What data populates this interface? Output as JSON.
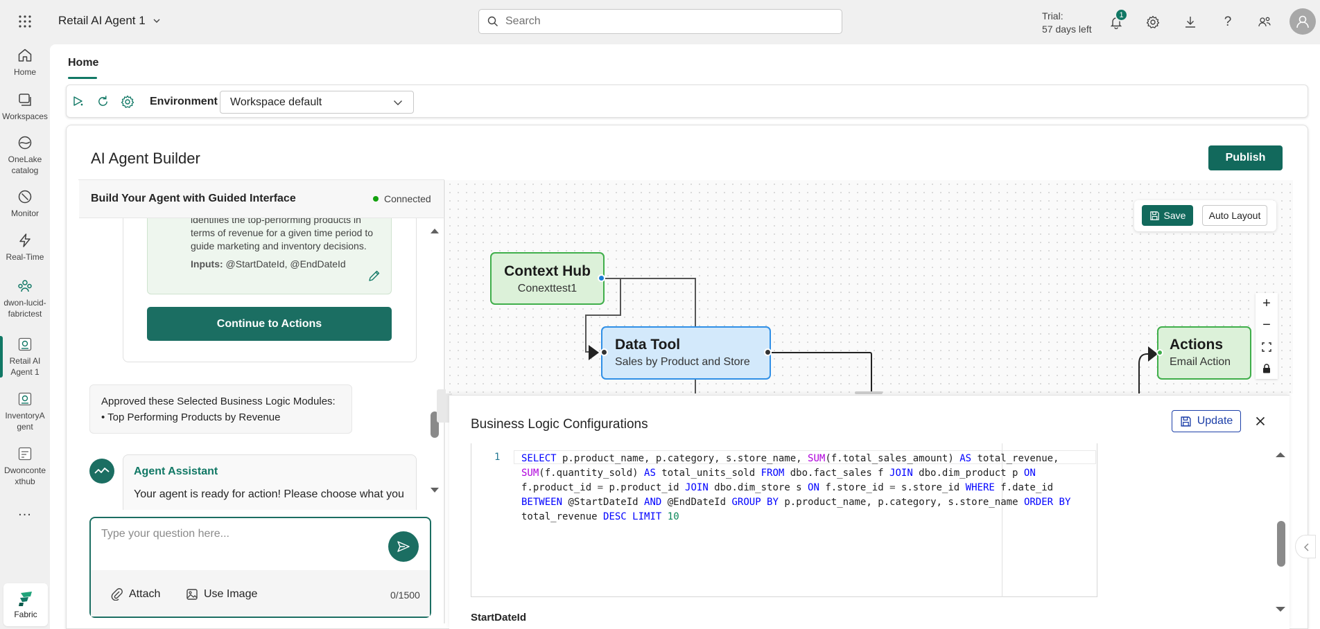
{
  "app": {
    "name": "Retail AI Agent 1",
    "search_placeholder": "Search",
    "trial_line1": "Trial:",
    "trial_line2": "57 days left",
    "notification_count": "1"
  },
  "rail": {
    "items": [
      {
        "label": "Home",
        "icon": "home-icon"
      },
      {
        "label": "Workspaces",
        "icon": "workspaces-icon"
      },
      {
        "label": "OneLake catalog",
        "icon": "onelake-icon"
      },
      {
        "label": "Monitor",
        "icon": "monitor-icon"
      },
      {
        "label": "Real-Time",
        "icon": "lightning-icon"
      },
      {
        "label": "dwon-lucid-fabrictest",
        "icon": "workspace-people-icon"
      },
      {
        "label": "Retail AI Agent 1",
        "icon": "agent-icon"
      },
      {
        "label": "InventoryAgent",
        "icon": "agent-icon"
      },
      {
        "label": "Dwoncontexthub",
        "icon": "context-icon"
      }
    ],
    "more": "...",
    "fabric_label": "Fabric"
  },
  "tabs": {
    "home": "Home"
  },
  "toolbar": {
    "environment_label": "Environment",
    "environment_value": "Workspace default"
  },
  "builder": {
    "title": "AI Agent Builder",
    "publish": "Publish"
  },
  "left_panel": {
    "title": "Build Your Agent with Guided Interface",
    "status": "Connected",
    "module_description": "identifies the top-performing products in terms of revenue for a given time period to guide marketing and inventory decisions.",
    "module_inputs_label": "Inputs:",
    "module_inputs_value": "@StartDateId, @EndDateId",
    "continue_button": "Continue to Actions",
    "approved_line1": "Approved these Selected Business Logic Modules:",
    "approved_line2": "• Top Performing Products by Revenue",
    "assistant_name": "Agent Assistant",
    "assistant_message": "Your agent is ready for action! Please choose what you"
  },
  "chat": {
    "placeholder": "Type your question here...",
    "attach": "Attach",
    "use_image": "Use Image",
    "count": "0/1500"
  },
  "canvas": {
    "save": "Save",
    "auto_layout": "Auto Layout",
    "zoom_in": "+",
    "zoom_out": "−",
    "nodes": {
      "context": {
        "title": "Context Hub",
        "subtitle": "Conexttest1"
      },
      "data": {
        "title": "Data Tool",
        "subtitle": "Sales by Product and Store"
      },
      "actions": {
        "title": "Actions",
        "subtitle": "Email Action"
      }
    }
  },
  "business_logic": {
    "title": "Business Logic Configurations",
    "update": "Update",
    "line_number": "1",
    "next_field_label": "StartDateId"
  }
}
